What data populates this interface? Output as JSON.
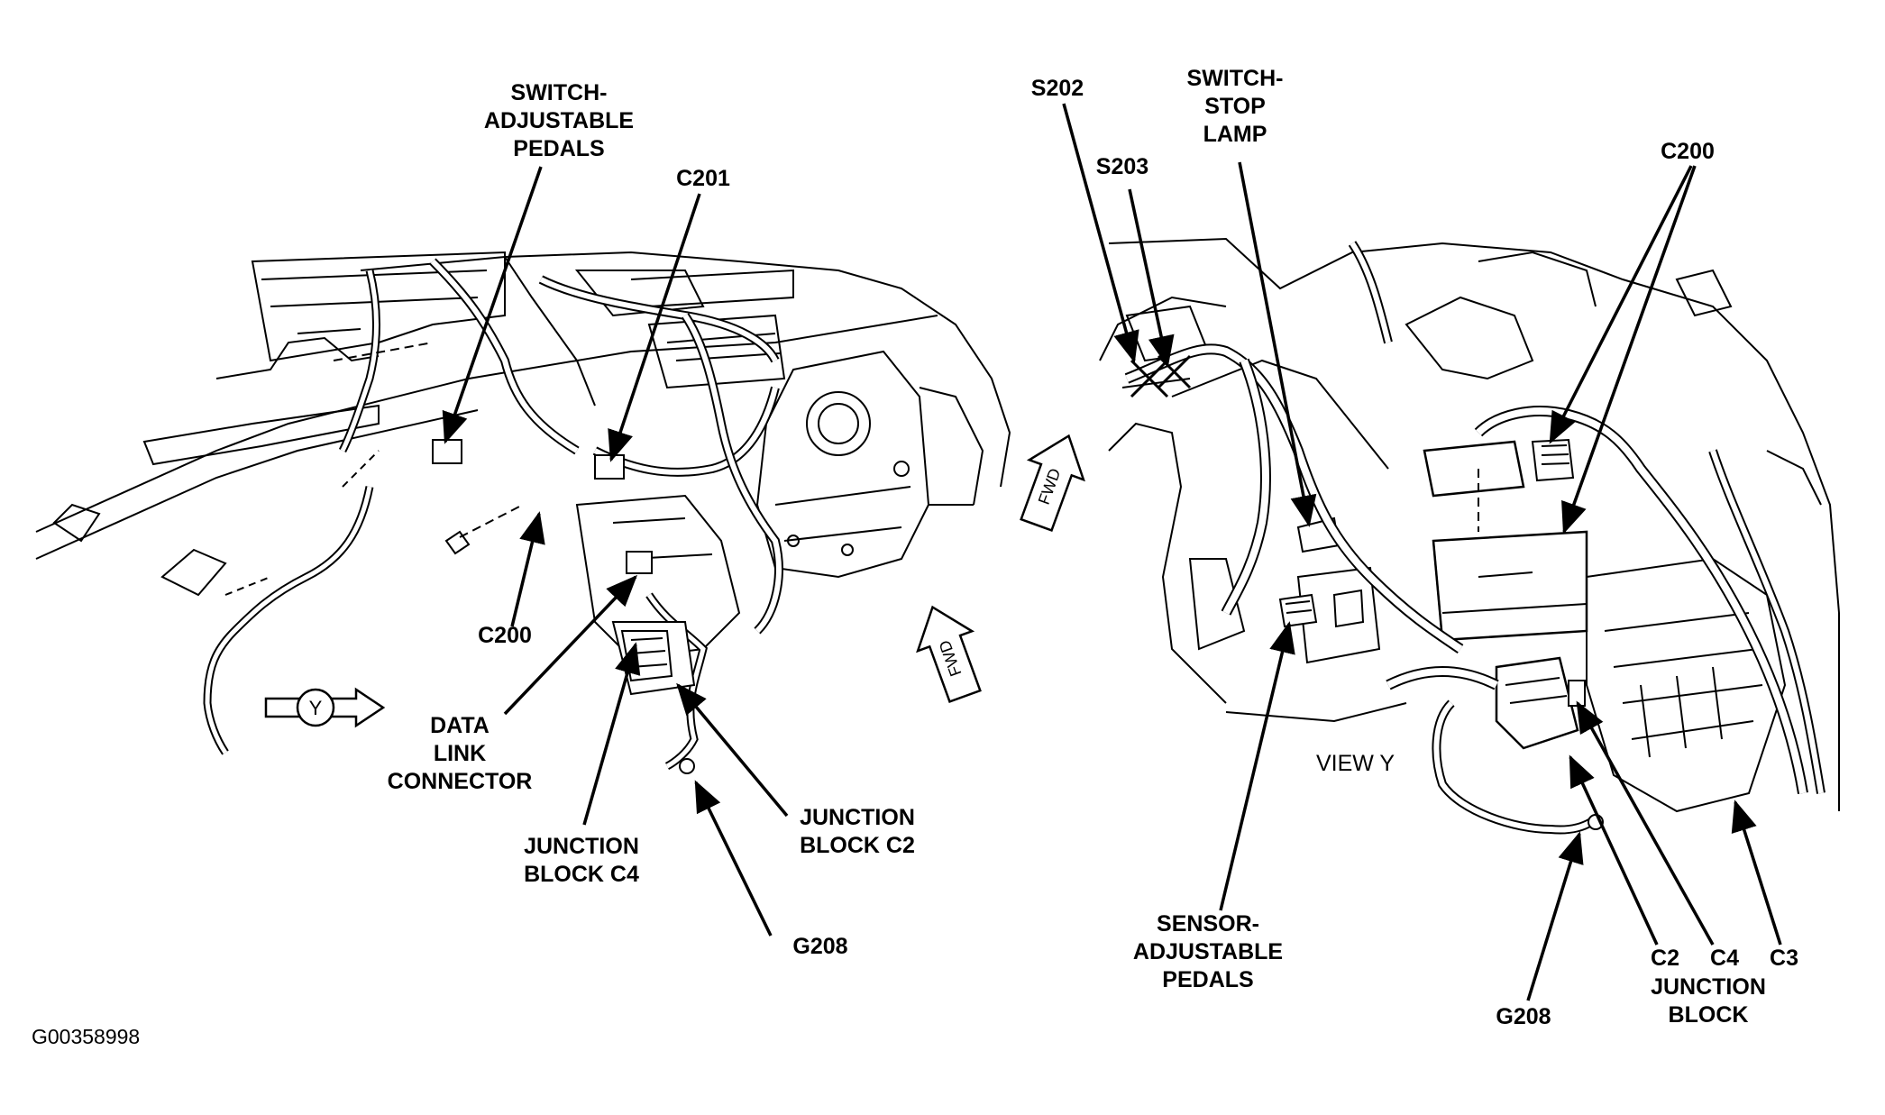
{
  "figure_id": "G00358998",
  "view_label": "VIEW Y",
  "view_marker": "Y",
  "fwd_label": "FWD",
  "left_view": {
    "switch_adjustable_pedals": "SWITCH-\nADJUSTABLE\nPEDALS",
    "c201": "C201",
    "c200": "C200",
    "data_link_connector": "DATA\nLINK\nCONNECTOR",
    "junction_block_c4": "JUNCTION\nBLOCK C4",
    "junction_block_c2": "JUNCTION\nBLOCK C2",
    "g208": "G208"
  },
  "right_view": {
    "s202": "S202",
    "s203": "S203",
    "switch_stop_lamp": "SWITCH-\nSTOP\nLAMP",
    "c200": "C200",
    "sensor_adjustable_pedals": "SENSOR-\nADJUSTABLE\nPEDALS",
    "g208": "G208",
    "c2": "C2",
    "c4": "C4",
    "c3": "C3",
    "junction_block": "JUNCTION\nBLOCK"
  }
}
